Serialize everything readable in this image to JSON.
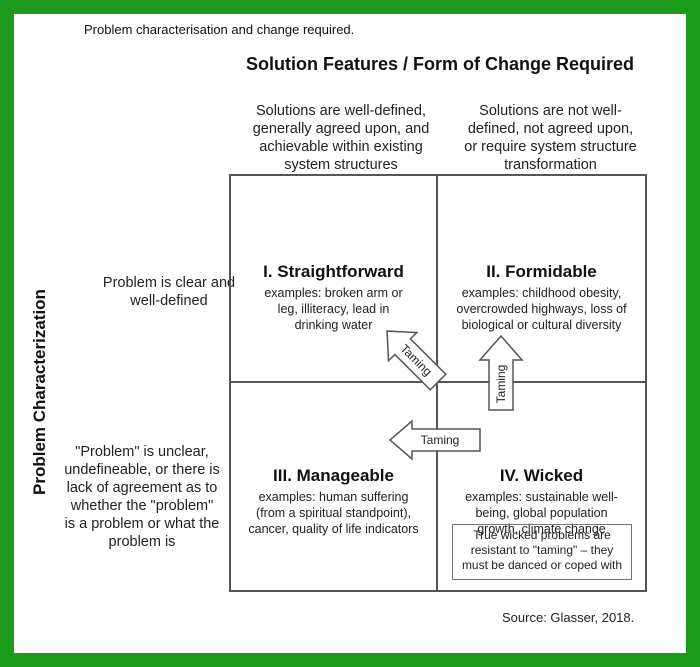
{
  "caption": "Problem characterisation and change required.",
  "solution_title": "Solution Features / Form of Change Required",
  "columns": [
    {
      "lines": [
        "Solutions are well-defined,",
        "generally agreed upon, and",
        "achievable within existing",
        "system structures"
      ]
    },
    {
      "lines": [
        "Solutions are not well-",
        "defined, not agreed upon,",
        "or require system structure",
        "transformation"
      ]
    }
  ],
  "problem_axis_title": "Problem Characterization",
  "rows": [
    {
      "lines": [
        "Problem is clear and",
        "well-defined"
      ]
    },
    {
      "lines": [
        "\"Problem\" is unclear,",
        "undefineable, or there is",
        "lack of agreement as to",
        "whether the \"problem\"",
        "is a problem or what the",
        "problem is"
      ]
    }
  ],
  "quadrants": [
    {
      "title": "I. Straightforward",
      "examples": [
        "examples: broken arm or",
        "leg, illiteracy, lead in",
        "drinking water"
      ]
    },
    {
      "title": "II. Formidable",
      "examples": [
        "examples: childhood obesity,",
        "overcrowded highways, loss of",
        "biological or cultural diversity"
      ]
    },
    {
      "title": "III. Manageable",
      "examples": [
        "examples: human suffering",
        "(from a spiritual standpoint),",
        "cancer, quality of life indicators"
      ]
    },
    {
      "title": "IV. Wicked",
      "examples": [
        "examples: sustainable well-",
        "being, global population",
        "growth, climate change"
      ]
    }
  ],
  "note": [
    "True wicked problems are",
    "resistant to \"taming\" – they",
    "must be danced or coped with"
  ],
  "arrows": {
    "diagonal": "Taming",
    "vertical": "Taming",
    "horizontal": "Taming"
  },
  "source": "Source: Glasser, 2018."
}
